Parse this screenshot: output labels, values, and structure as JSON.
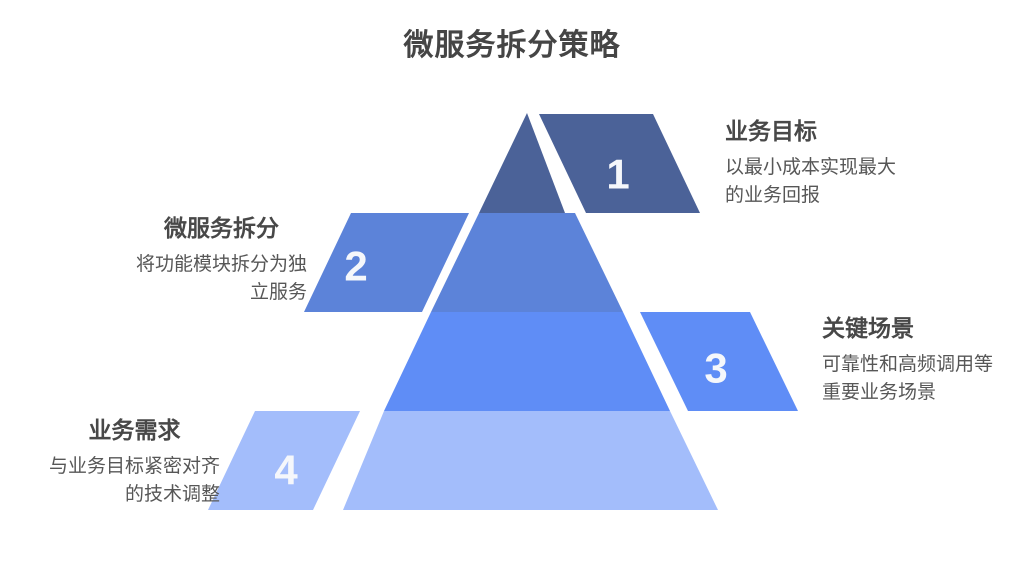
{
  "title": "微服务拆分策略",
  "colors": {
    "level1": "#4b6298",
    "level2": "#5c83d9",
    "level3": "#5f8df6",
    "level4": "#a3bdfb",
    "number": "#f5f7fb",
    "heading": "#454545",
    "body": "#575757"
  },
  "items": [
    {
      "number": "1",
      "title": "业务目标",
      "desc": [
        "以最小成本实现最大",
        "的业务回报"
      ],
      "side": "right"
    },
    {
      "number": "2",
      "title": "微服务拆分",
      "desc": [
        "将功能模块拆分为独",
        "立服务"
      ],
      "side": "left"
    },
    {
      "number": "3",
      "title": "关键场景",
      "desc": [
        "可靠性和高频调用等",
        "重要业务场景"
      ],
      "side": "right"
    },
    {
      "number": "4",
      "title": "业务需求",
      "desc": [
        "与业务目标紧密对齐",
        "的技术调整"
      ],
      "side": "left"
    }
  ]
}
